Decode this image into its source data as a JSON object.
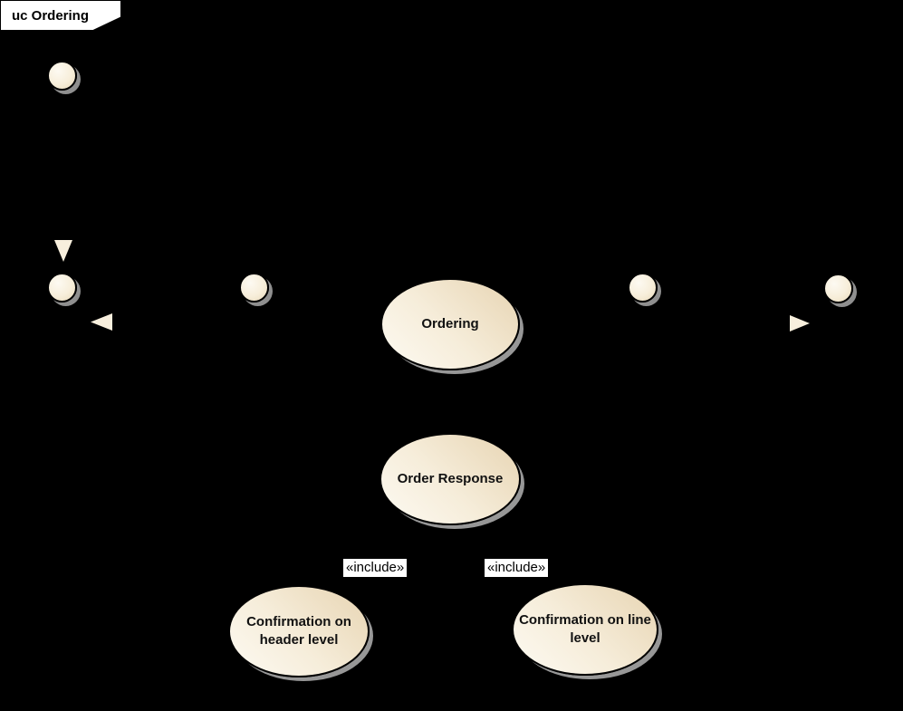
{
  "diagram": {
    "type": "uml-use-case",
    "frame_label": "uc Ordering",
    "background_color": "#000000",
    "shape_fill_light": "#FDFAF2",
    "shape_fill_dark": "#E7D4B2",
    "shape_outline_color": "#000000",
    "shadow_color": "#979797",
    "label_bg_color": "#FFFFFF",
    "use_cases": [
      {
        "id": "ordering",
        "label": "Ordering"
      },
      {
        "id": "order-response",
        "label": "Order Response"
      },
      {
        "id": "confirmation-header",
        "label": "Confirmation on header level"
      },
      {
        "id": "confirmation-line",
        "label": "Confirmation on line level"
      }
    ],
    "actors": [
      {
        "id": "actor-top-left",
        "position": "top-left"
      },
      {
        "id": "actor-mid-left-1",
        "position": "middle-left-outer"
      },
      {
        "id": "actor-mid-left-2",
        "position": "middle-left-inner"
      },
      {
        "id": "actor-mid-right-1",
        "position": "middle-right-inner"
      },
      {
        "id": "actor-mid-right-2",
        "position": "middle-right-outer"
      }
    ],
    "connector_labels": [
      {
        "id": "include-left",
        "label": "«include»"
      },
      {
        "id": "include-right",
        "label": "«include»"
      }
    ],
    "arrowheads": [
      {
        "id": "generalization-down",
        "direction": "down"
      },
      {
        "id": "association-left",
        "direction": "left"
      },
      {
        "id": "association-right",
        "direction": "right"
      }
    ]
  }
}
